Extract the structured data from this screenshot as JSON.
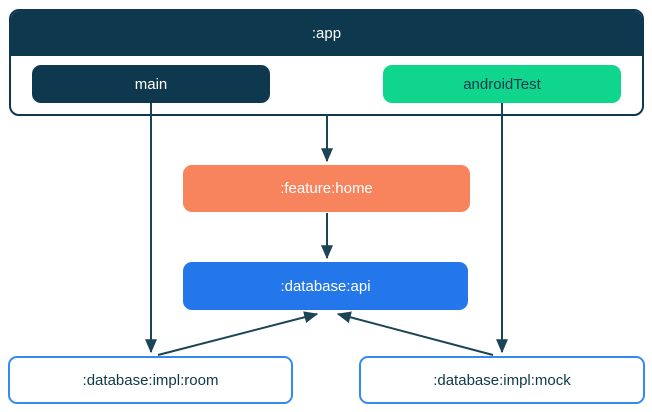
{
  "diagram": {
    "nodes": {
      "app": {
        "label": ":app",
        "fill": "#0d384d",
        "text_color": "#ffffff",
        "kind": "container"
      },
      "main": {
        "label": "main",
        "fill": "#0d384d",
        "text_color": "#ffffff",
        "parent": ":app"
      },
      "android_test": {
        "label": "androidTest",
        "fill": "#0fd68c",
        "text_color": "#0d384d",
        "parent": ":app"
      },
      "feature_home": {
        "label": ":feature:home",
        "fill": "#f8845e",
        "text_color": "#ffffff"
      },
      "database_api": {
        "label": ":database:api",
        "fill": "#2477ea",
        "text_color": "#ffffff"
      },
      "database_impl_room": {
        "label": ":database:impl:room",
        "fill": "#ffffff",
        "text_color": "#0d384d",
        "border_color": "#338bf2"
      },
      "database_impl_mock": {
        "label": ":database:impl:mock",
        "fill": "#ffffff",
        "text_color": "#0d384d",
        "border_color": "#338bf2"
      }
    },
    "edges": [
      {
        "from": ":app",
        "to": ":feature:home"
      },
      {
        "from": "main",
        "to": ":database:impl:room"
      },
      {
        "from": "androidTest",
        "to": ":database:impl:mock"
      },
      {
        "from": ":feature:home",
        "to": ":database:api"
      },
      {
        "from": ":database:impl:room",
        "to": ":database:api"
      },
      {
        "from": ":database:impl:mock",
        "to": ":database:api"
      }
    ],
    "colors": {
      "navy": "#0d384d",
      "green": "#0fd68c",
      "coral": "#f8845e",
      "blue": "#2477ea",
      "impl_border_blue": "#338bf2",
      "arrow": "#1b4457",
      "background": "#ffffff"
    }
  }
}
